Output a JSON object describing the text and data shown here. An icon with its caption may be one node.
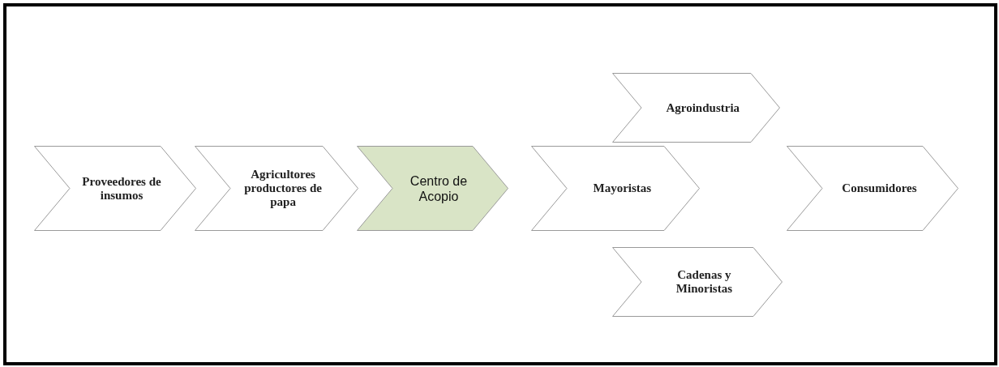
{
  "diagram": {
    "nodes": [
      {
        "text": [
          "Proveedores de insumos"
        ]
      },
      {
        "text": [
          "Agricultores productores de papa"
        ]
      },
      {
        "text": [
          "Centro de Acopio"
        ]
      },
      {
        "text": [
          "Agroindustria"
        ]
      },
      {
        "text": [
          "Mayoristas"
        ]
      },
      {
        "text": [
          "Cadenas y Minoristas"
        ]
      },
      {
        "text": [
          "Consumidores"
        ]
      }
    ]
  }
}
